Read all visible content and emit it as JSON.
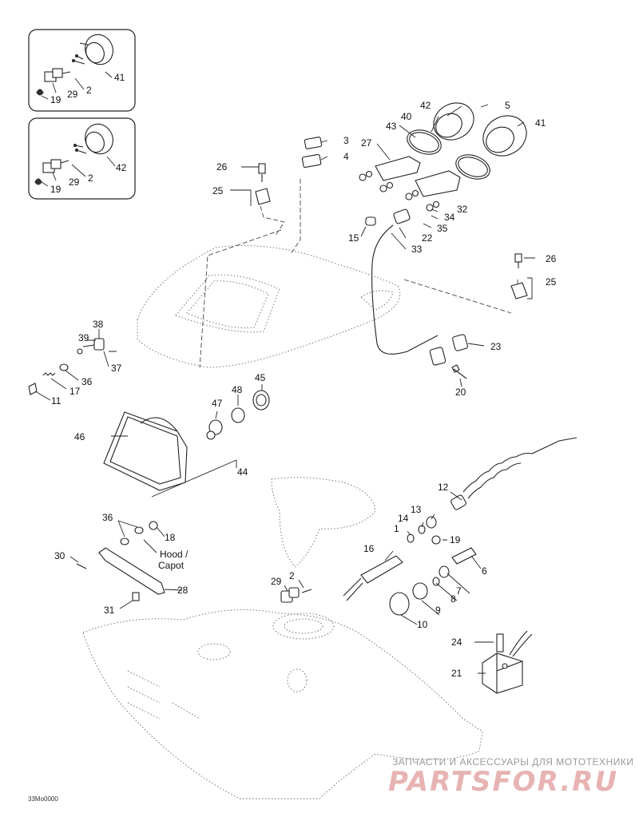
{
  "inset_top": {
    "labels": [
      "41",
      "2",
      "29",
      "19"
    ]
  },
  "inset_bottom": {
    "labels": [
      "42",
      "2",
      "29",
      "19"
    ]
  },
  "gauges": {
    "labels": [
      "42",
      "5",
      "40",
      "43",
      "41",
      "27",
      "34",
      "32",
      "35",
      "22",
      "33",
      "15",
      "3",
      "4",
      "26",
      "25"
    ]
  },
  "hood": {
    "labels": [
      "26",
      "25",
      "23",
      "20"
    ]
  },
  "headlight": {
    "labels": [
      "38",
      "39",
      "37",
      "36",
      "17",
      "11",
      "45",
      "48",
      "47",
      "46",
      "44"
    ]
  },
  "bracket": {
    "labels": [
      "36",
      "18",
      "30",
      "28",
      "31"
    ],
    "hood_note": "Hood /\nCapot"
  },
  "harness": {
    "labels": [
      "12",
      "13",
      "14",
      "1",
      "19",
      "16",
      "6",
      "7",
      "8",
      "9",
      "10",
      "29",
      "2",
      "24",
      "21"
    ]
  },
  "watermark": {
    "line1": "ЗАПЧАСТИ И АКСЕССУАРЫ ДЛЯ МОТОТЕХНИКИ",
    "logo": "PARTSFOR.RU"
  },
  "figure_code": "33Mo0000"
}
